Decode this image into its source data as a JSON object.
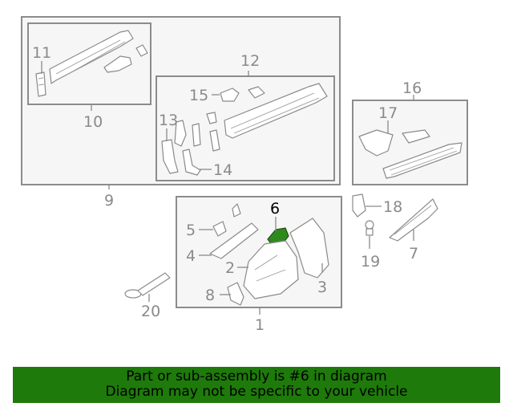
{
  "callouts": {
    "n1": "1",
    "n2": "2",
    "n3": "3",
    "n4": "4",
    "n5": "5",
    "n6": "6",
    "n7": "7",
    "n8": "8",
    "n9": "9",
    "n10": "10",
    "n11": "11",
    "n12": "12",
    "n13": "13",
    "n14": "14",
    "n15": "15",
    "n16": "16",
    "n17": "17",
    "n18": "18",
    "n19": "19",
    "n20": "20"
  },
  "highlighted_part": "6",
  "colors": {
    "highlight_part": "#2f8a1e",
    "banner_bg": "#1e7a0a",
    "line": "#8a8a8a"
  },
  "banner": {
    "line1": "Part or sub-assembly is #6 in diagram",
    "line2": "Diagram may not be specific to your vehicle"
  }
}
